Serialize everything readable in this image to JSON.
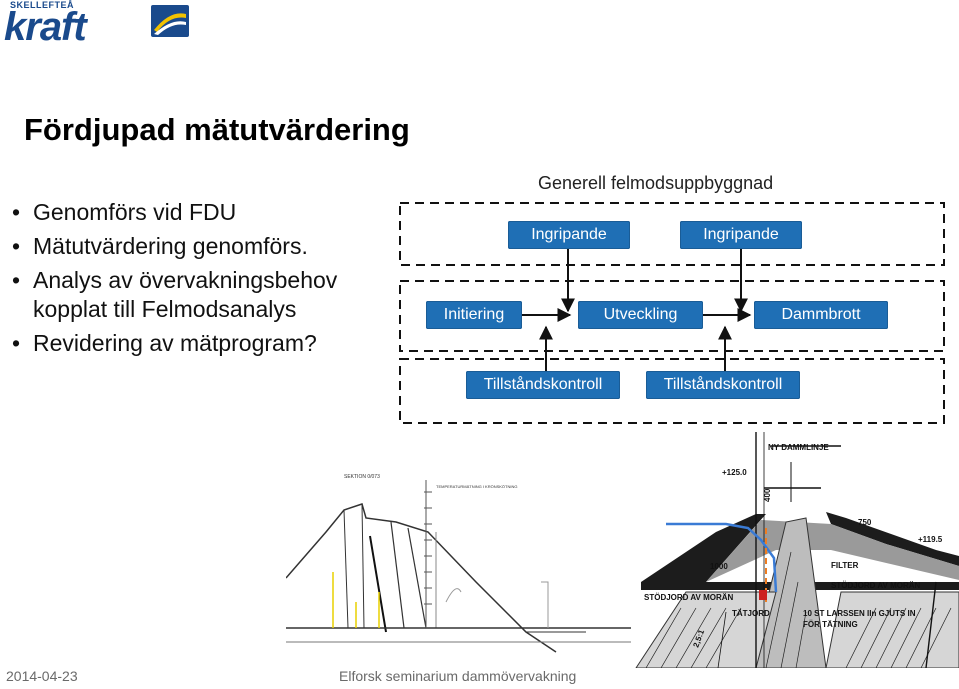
{
  "logo": {
    "top_text": "SKELLEFTEÅ",
    "main_text": "kraft",
    "colors": {
      "blue": "#1a4a8c",
      "yellow": "#f2c200"
    }
  },
  "slide": {
    "title": "Fördjupad mätutvärdering",
    "bullet_symbol": "•",
    "bullets": [
      "Genomförs vid FDU",
      "Mätutvärdering genomförs.",
      "Analys av övervakningsbehov kopplat till Felmodsanalys",
      "Revidering av mätprogram?"
    ]
  },
  "diagram": {
    "title": "Generell felmodsuppbyggnad",
    "box_color": "#1f6fb5",
    "ingripande_1": "Ingripande",
    "ingripande_2": "Ingripande",
    "initiering": "Initiering",
    "utveckling": "Utveckling",
    "dammbrott": "Dammbrott",
    "tillstand_1": "Tillståndskontroll",
    "tillstand_2": "Tillståndskontroll"
  },
  "drawings": {
    "left": {
      "section_label": "SEKTION 0/073",
      "header_note": "TEMPERATURMÄTNING I KRÖNSKÖTNING"
    },
    "right": {
      "top_label": "NY DAMMLINJE",
      "crest_level": "+125.0",
      "dim_400": "400",
      "dim_750": "750",
      "level_right": "+119.5",
      "dim_1000": "1000",
      "filter": "FILTER",
      "stodjord_right": "STÖDJORD AV MORÄN",
      "stodjord_left": "STÖDJORD AV MORÄN",
      "tatjord": "TÄTJORD",
      "note_line1": "10 ST LARSSEN IIn GJUTS IN",
      "note_line2": "FÖR TÄTNING",
      "slope": "2,5:1"
    }
  },
  "footer": {
    "date": "2014-04-23",
    "event": "Elforsk seminarium dammövervakning"
  }
}
